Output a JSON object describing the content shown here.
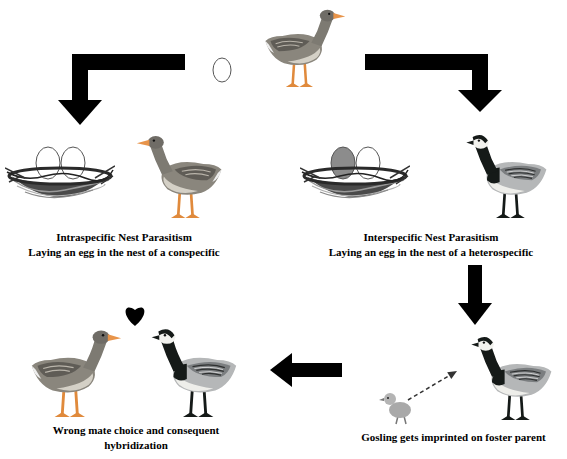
{
  "diagram": {
    "nodes": [
      {
        "text": [
          "Intraspecific Nest Parasitism",
          "Laying an egg in the nest of a conspecific"
        ]
      },
      {
        "text": [
          "Interspecific Nest Parasitism",
          "Laying an egg in the nest of a heterospecific"
        ]
      },
      {
        "text": [
          "Gosling gets imprinted on foster parent"
        ]
      },
      {
        "text": [
          "Wrong mate choice and consequent hybridization"
        ]
      }
    ],
    "edges": [
      {
        "from": 1,
        "to": 2,
        "arrow": "to"
      },
      {
        "from": 2,
        "to": 3,
        "arrow": "to"
      }
    ]
  }
}
